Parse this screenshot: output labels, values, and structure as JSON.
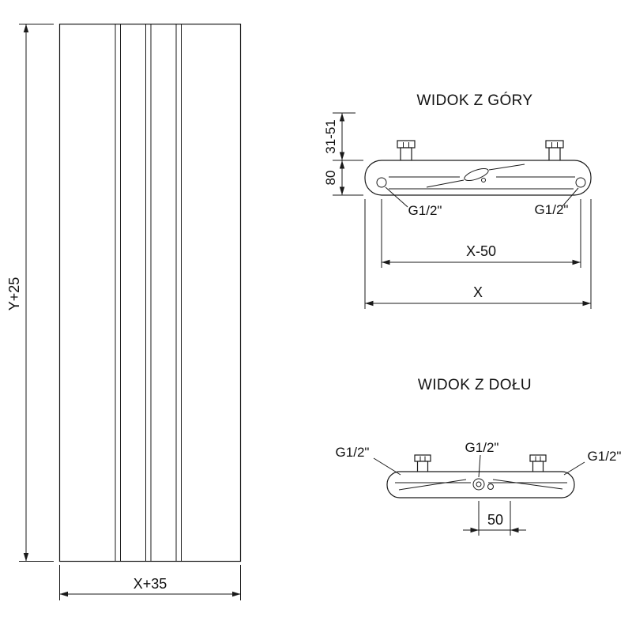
{
  "colors": {
    "line": "#1a1a1a",
    "background": "#ffffff"
  },
  "front_view": {
    "height_label": "Y+25",
    "width_label": "X+35"
  },
  "top_view": {
    "title": "WIDOK Z GÓRY",
    "wall_distance_label": "31-51",
    "depth_label": "80",
    "conn_left_label": "G1/2\"",
    "conn_right_label": "G1/2\"",
    "pitch_label": "X-50",
    "width_label": "X"
  },
  "bottom_view": {
    "title": "WIDOK Z DOŁU",
    "conn_left_label": "G1/2\"",
    "conn_center_label": "G1/2\"",
    "conn_right_label": "G1/2\"",
    "offset_label": "50"
  }
}
